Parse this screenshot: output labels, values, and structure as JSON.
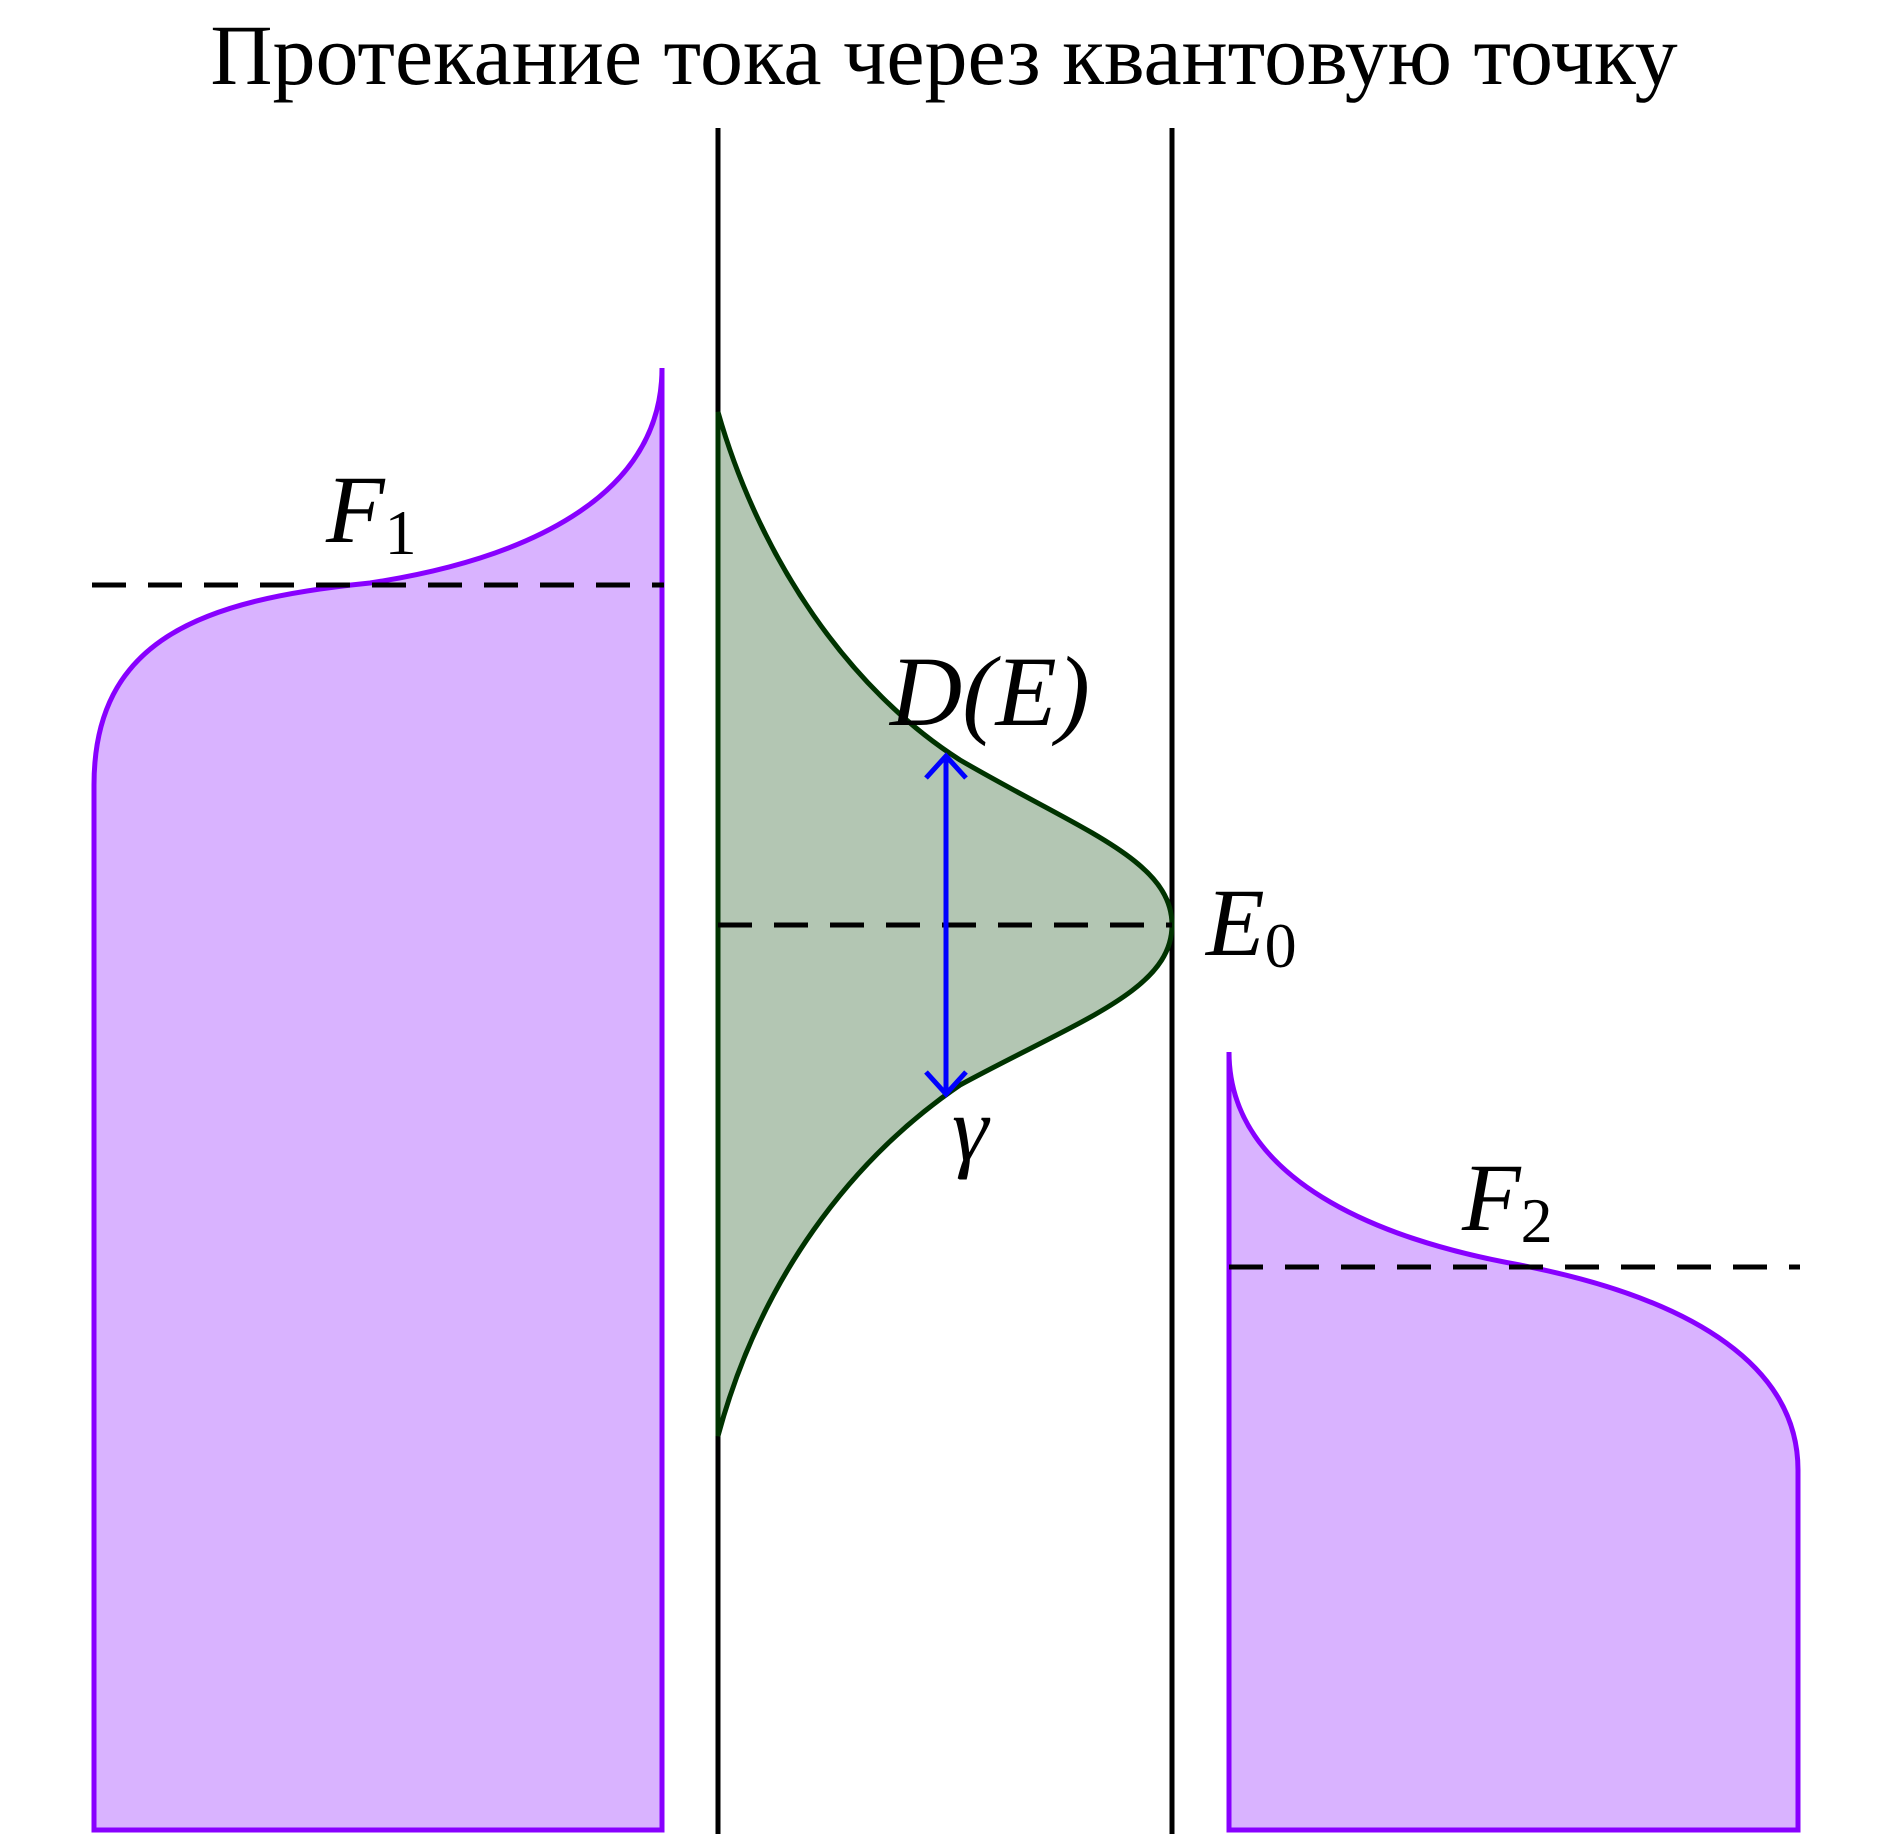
{
  "title": "Протекание тока через квантовую точку",
  "colors": {
    "reservoir_fill": "#d9b3ff",
    "reservoir_stroke": "#8800ff",
    "dos_fill": "#b3c6b3",
    "dos_stroke": "#003300",
    "arrow": "#0000ff",
    "line": "#000000"
  },
  "labels": {
    "fermi_left": {
      "main": "F",
      "sub": "1"
    },
    "fermi_right": {
      "main": "F",
      "sub": "2"
    },
    "level": {
      "main": "E",
      "sub": "0"
    },
    "dos": "D(E)",
    "width": "γ"
  }
}
